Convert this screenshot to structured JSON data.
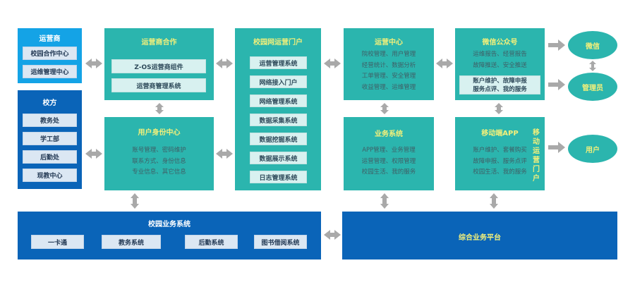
{
  "operator": {
    "title": "运营商",
    "items": [
      "校园合作中心",
      "运维管理中心"
    ]
  },
  "school": {
    "title": "校方",
    "items": [
      "教务处",
      "学工部",
      "后勤处",
      "现教中心"
    ]
  },
  "operator_coop": {
    "title": "运营商合作",
    "items": [
      "Z-OS运营商组件",
      "运营商管理系统"
    ]
  },
  "user_identity": {
    "title": "用户身份中心",
    "lines": [
      "账号管理、密码维护",
      "联系方式、身份信息",
      "专业信息、其它信息"
    ]
  },
  "campus_portal": {
    "title": "校园网运营门户",
    "items": [
      "运营管理系统",
      "网络接入门户",
      "网络管理系统",
      "数据采集系统",
      "数据挖掘系统",
      "数据展示系统",
      "日志管理系统"
    ]
  },
  "ops_center": {
    "title": "运营中心",
    "lines": [
      "院校管理、用户管理",
      "经营统计、数据分析",
      "工单管理、安全管理",
      "收益管理、运维管理"
    ]
  },
  "business_system": {
    "title": "业务系统",
    "lines": [
      "APP管理、业务管理",
      "运营管理、权限管理",
      "校园生活、我的服务"
    ]
  },
  "wechat_official": {
    "title": "微信公众号",
    "lines": [
      "运维报告、经营报告",
      "故障推送、安全推送"
    ],
    "inner": [
      "账户维护、故障申报",
      "服务点评、我的服务"
    ]
  },
  "mobile_app": {
    "title": "移动端APP",
    "lines": [
      "账户维护、套餐购买",
      "故障申报、服务点评",
      "校园生活、我的服务"
    ]
  },
  "mobile_portal_label": "移动运营门户",
  "right_nodes": {
    "wechat": "微信",
    "admin": "管理员",
    "user": "用户"
  },
  "campus_business": {
    "title": "校园业务系统",
    "items": [
      "一卡通",
      "教务系统",
      "后勤系统",
      "图书借阅系统"
    ]
  },
  "integrated_platform": {
    "title": "综合业务平台"
  },
  "colors": {
    "teal": "#2bb5ae",
    "light_blue": "#14a3e6",
    "dark_blue": "#0a64b8",
    "yellow": "#f3f07a",
    "arrow_gray": "#a9a9a9"
  }
}
